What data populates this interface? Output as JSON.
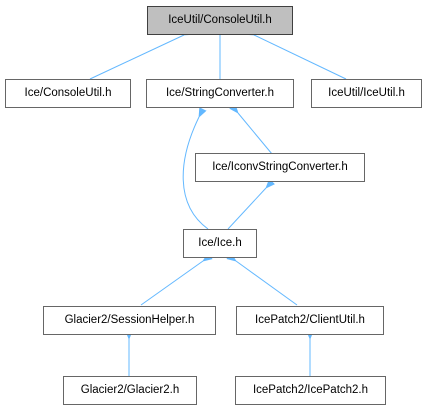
{
  "graph": {
    "nodes": {
      "consoleutil_iceutil": {
        "label": "IceUtil/ConsoleUtil.h"
      },
      "consoleutil_ice": {
        "label": "Ice/ConsoleUtil.h"
      },
      "stringconverter": {
        "label": "Ice/StringConverter.h"
      },
      "iceutil": {
        "label": "IceUtil/IceUtil.h"
      },
      "iconvstringconverter": {
        "label": "Ice/IconvStringConverter.h"
      },
      "ice": {
        "label": "Ice/Ice.h"
      },
      "sessionhelper": {
        "label": "Glacier2/SessionHelper.h"
      },
      "clientutil": {
        "label": "IcePatch2/ClientUtil.h"
      },
      "glacier2": {
        "label": "Glacier2/Glacier2.h"
      },
      "icepatch2": {
        "label": "IcePatch2/IcePatch2.h"
      }
    },
    "colors": {
      "edge": "#63b8ff",
      "root_fill": "#bfbfbf",
      "node_border": "#666666"
    }
  }
}
